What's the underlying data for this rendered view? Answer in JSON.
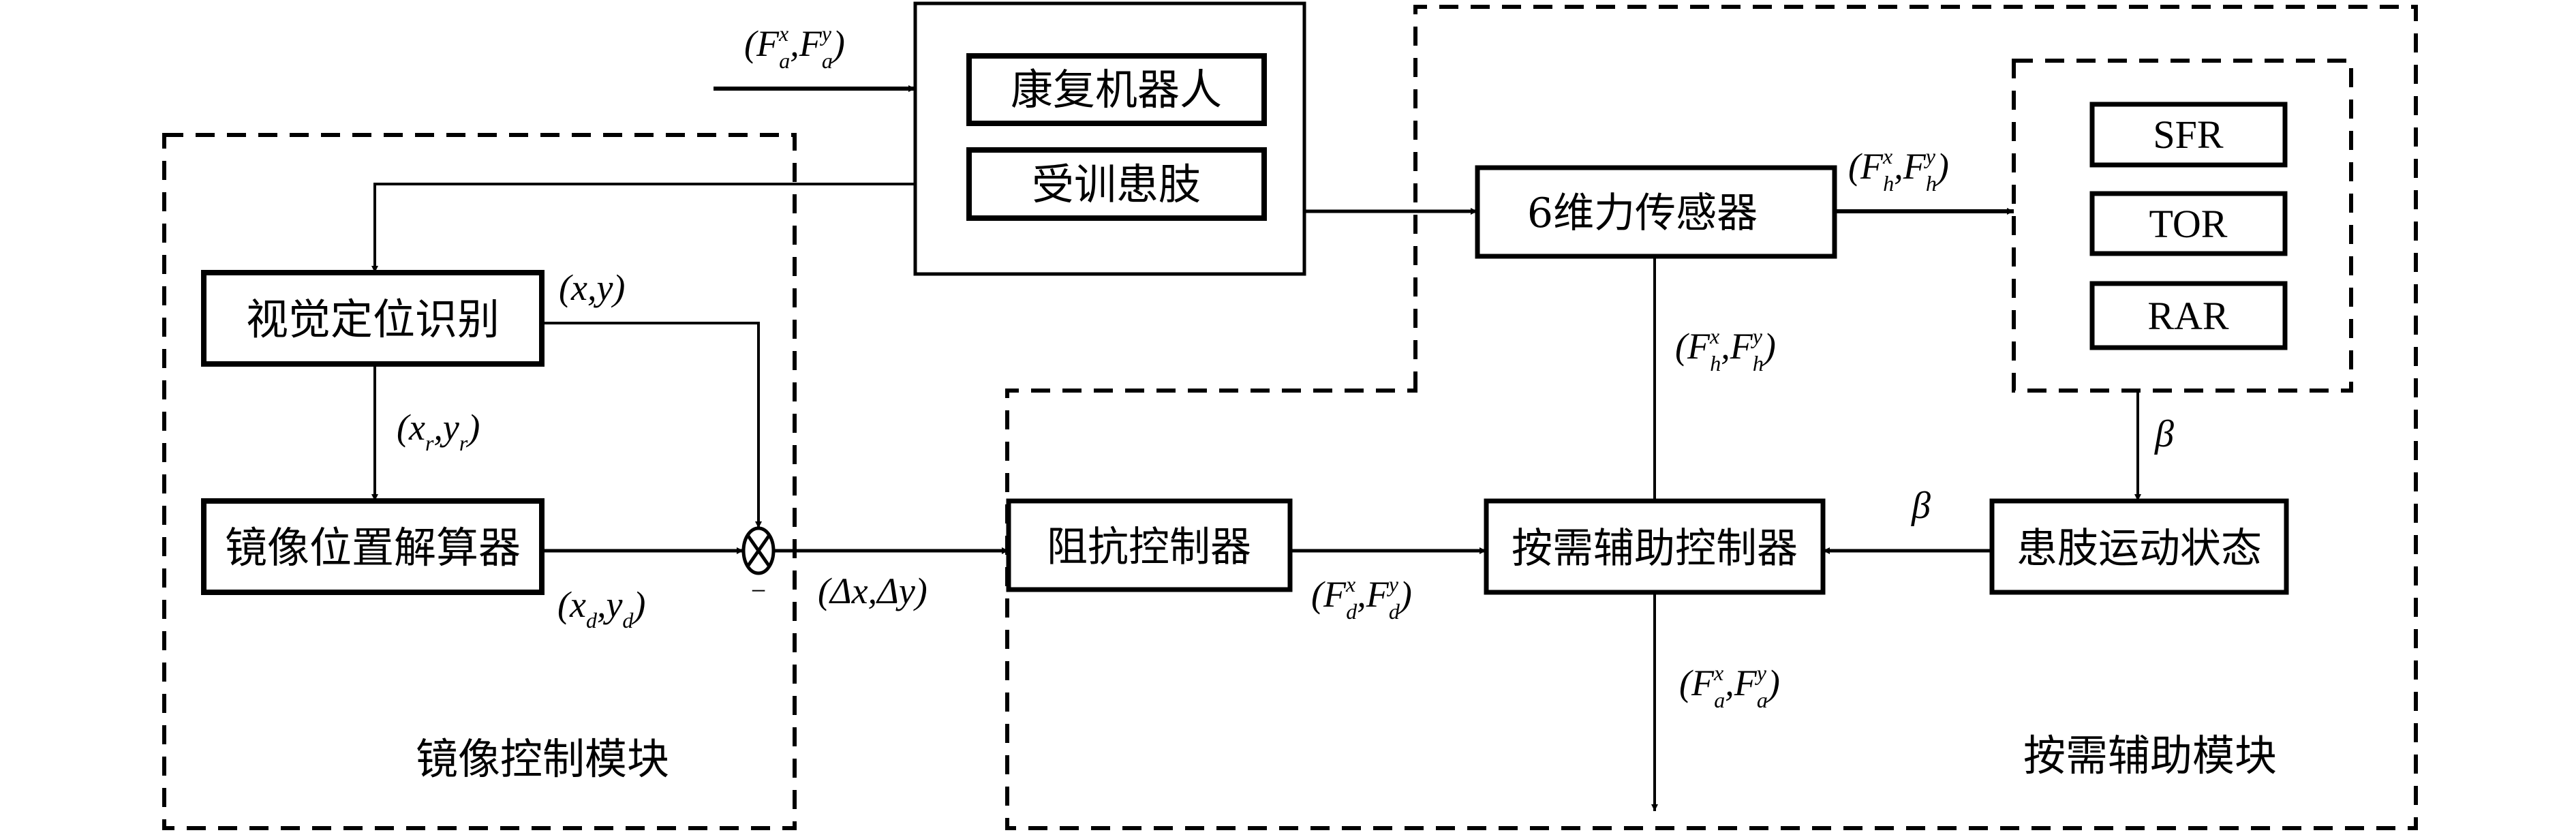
{
  "colors": {
    "stroke": "#000000",
    "background": "#ffffff"
  },
  "modules": {
    "mirror_control": {
      "label": "镜像控制模块"
    },
    "assist_as_needed": {
      "label": "按需辅助模块"
    }
  },
  "blocks": {
    "robot_group": {
      "items": [
        "康复机器人",
        "受训患肢"
      ]
    },
    "force_sensor": "6维力传感器",
    "visual_localization": "视觉定位识别",
    "mirror_position_solver": "镜像位置解算器",
    "impedance_controller": "阻抗控制器",
    "aan_controller": "按需辅助控制器",
    "limb_motion_state": "患肢运动状态",
    "metrics": [
      "SFR",
      "TOR",
      "RAR"
    ]
  },
  "signals": {
    "assist_force_in": {
      "open": "(",
      "F": "F",
      "sup1": "x",
      "sub1": "a",
      "comma": ",",
      "sup2": "y",
      "sub2": "a",
      "close": ")"
    },
    "assist_force_out": {
      "open": "(",
      "F": "F",
      "sup1": "x",
      "sub1": "a",
      "comma": ",",
      "sup2": "y",
      "sub2": "a",
      "close": ")"
    },
    "human_force_right": {
      "open": "(",
      "F": "F",
      "sup1": "x",
      "sub1": "h",
      "comma": ",",
      "sup2": "y",
      "sub2": "h",
      "close": ")"
    },
    "human_force_down": {
      "open": "(",
      "F": "F",
      "sup1": "x",
      "sub1": "h",
      "comma": ",",
      "sup2": "y",
      "sub2": "h",
      "close": ")"
    },
    "desired_force": {
      "open": "(",
      "F": "F",
      "sup1": "x",
      "sub1": "d",
      "comma": ",",
      "sup2": "y",
      "sub2": "d",
      "close": ")"
    },
    "position": "(x,y)",
    "reference_position": {
      "open": "(",
      "x": "x",
      "sub1": "r",
      "comma": ",",
      "y": "y",
      "sub2": "r",
      "close": ")"
    },
    "desired_position": {
      "open": "(",
      "x": "x",
      "sub1": "d",
      "comma": ",",
      "y": "y",
      "sub2": "d",
      "close": ")"
    },
    "position_error": "(Δx,Δy)",
    "beta_vertical": "β",
    "beta_horizontal": "β",
    "summing_minus": "−"
  }
}
